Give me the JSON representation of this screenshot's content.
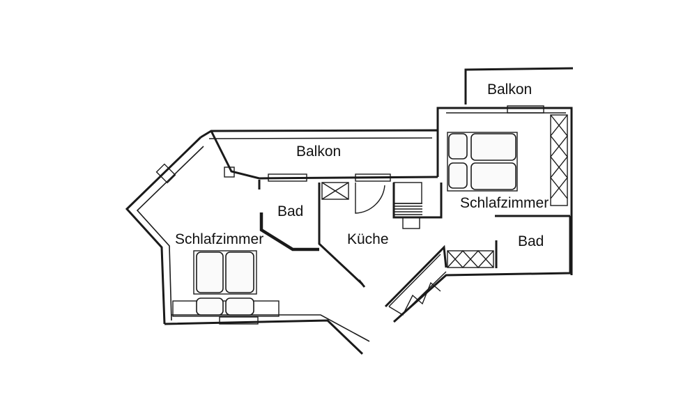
{
  "rooms": {
    "balkon_top": "Balkon",
    "balkon_main": "Balkon",
    "bad_left": "Bad",
    "schlafzimmer_left": "Schlafzimmer",
    "kueche": "Küche",
    "schlafzimmer_right": "Schlafzimmer",
    "bad_right": "Bad"
  }
}
